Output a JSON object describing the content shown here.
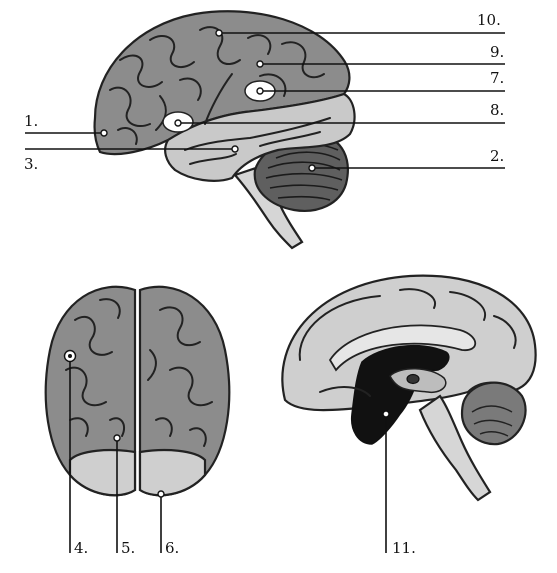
{
  "labels": {
    "l1": "1.",
    "l2": "2.",
    "l3": "3.",
    "l4": "4.",
    "l5": "5.",
    "l6": "6.",
    "l7": "7.",
    "l8": "8.",
    "l9": "9.",
    "l10": "10.",
    "l11": "11."
  },
  "colors": {
    "frontal_parietal": "#8c8c8c",
    "temporal": "#c9c9c9",
    "cerebellum": "#5f5f5f",
    "brainstem": "#d6d6d6",
    "occipital_top": "#cfcfcf",
    "medial_cortex": "#cfcfcf",
    "ventricle": "#111111",
    "line": "#111111"
  }
}
